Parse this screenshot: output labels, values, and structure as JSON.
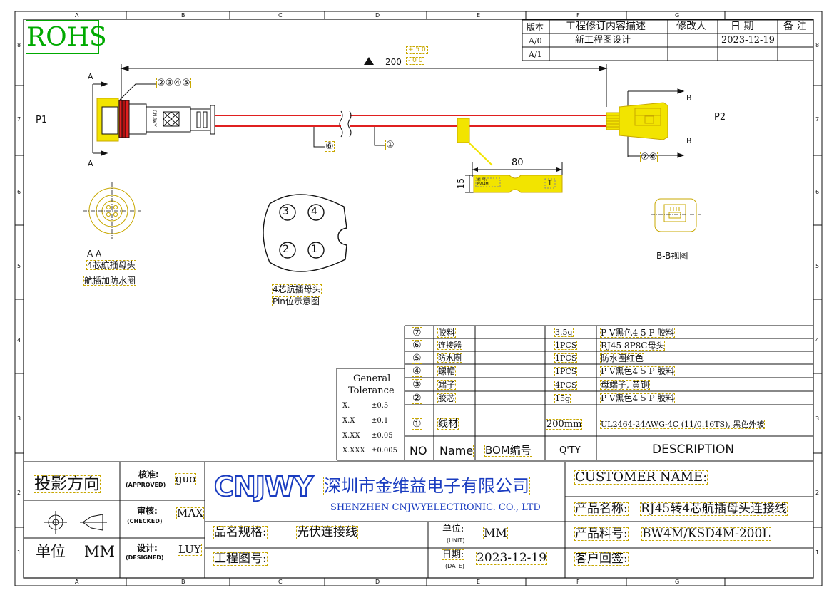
{
  "rohs": "ROHS",
  "colors": {
    "line": "#111111",
    "cable": "#e02020",
    "yellow": "#f2e400",
    "rohs_green": "#00aa00",
    "dim": "#111111"
  },
  "grid": {
    "top": [
      "A",
      "B",
      "C",
      "D",
      "E",
      "F",
      "G"
    ],
    "bottom": [
      "A",
      "B",
      "C",
      "D",
      "E",
      "F",
      "G"
    ],
    "left": [
      "8",
      "7",
      "6",
      "5",
      "4",
      "3",
      "2",
      "1"
    ],
    "right": [
      "8",
      "7",
      "6",
      "5",
      "4",
      "3",
      "2",
      "1"
    ]
  },
  "revision": {
    "headers": [
      "版本",
      "工程修订内容描述",
      "修改人",
      "日 期",
      "备 注"
    ],
    "rows": [
      {
        "ver": "A/0",
        "desc": "新工程图设计",
        "by": "",
        "date": "2023-12-19",
        "note": ""
      },
      {
        "ver": "A/1",
        "desc": "",
        "by": "",
        "date": "",
        "note": ""
      }
    ]
  },
  "drawing": {
    "length": "200",
    "tol_plus": "+ 5 0",
    "tol_minus": "- 0 0",
    "section_a": "A",
    "section_b": "B",
    "p1": "P1",
    "p2": "P2",
    "callout_2345": "②③④⑤",
    "callout_6": "⑥",
    "callout_1": "①",
    "callout_76": "⑦⑥",
    "label_width": "80",
    "label_height": "15",
    "label_text1": "料 号:",
    "label_text2": "BW4M",
    "label_t": "T",
    "view_aa": "A-A",
    "aa_name1": "4芯航插母头",
    "aa_name2": "航插加防水圈",
    "pin_name1": "4芯航插母头",
    "pin_name2": "Pin位示意图",
    "pins": [
      "3",
      "4",
      "2",
      "1"
    ],
    "view_bb": "B-B视图",
    "connector_mark": "CNJWY"
  },
  "tolerance": {
    "title1": "General",
    "title2": "Tolerance",
    "rows": [
      {
        "k": "X.",
        "v": "±0.5"
      },
      {
        "k": "X.X",
        "v": "±0.1"
      },
      {
        "k": "X.XX",
        "v": "±0.05"
      },
      {
        "k": "X.XXX",
        "v": "±0.005"
      }
    ]
  },
  "bom": {
    "headers": {
      "no": "NO",
      "name": "Name",
      "code": "BOM编号",
      "qty": "Q'TY",
      "desc": "DESCRIPTION"
    },
    "rows": [
      {
        "no": "⑦",
        "name": "胶料",
        "qty": "3.5g",
        "desc": "P V黑色4 5 P 胶料"
      },
      {
        "no": "⑥",
        "name": "连接器",
        "qty": "1PCS",
        "desc": "RJ45 8P8C母头"
      },
      {
        "no": "⑤",
        "name": "防水圈",
        "qty": "1PCS",
        "desc": "防水圈红色"
      },
      {
        "no": "④",
        "name": "螺帽",
        "qty": "1PCS",
        "desc": "P V黑色4 5 P 胶料"
      },
      {
        "no": "③",
        "name": "端子",
        "qty": "4PCS",
        "desc": "母端子, 黄铜"
      },
      {
        "no": "②",
        "name": "胶芯",
        "qty": "15g",
        "desc": "P V黑色4 5 P 胶料"
      },
      {
        "no": "①",
        "name": "线材",
        "qty": "200mm",
        "desc": "UL2464-24AWG-4C (11/0.16TS), 黑色外被"
      }
    ]
  },
  "title_block": {
    "projection": "投影方向",
    "unit_label": "单位",
    "unit_value": "MM",
    "approved_cn": "核准:",
    "approved_en": "(APPROVED)",
    "approved_by": "guo",
    "checked_cn": "审核:",
    "checked_en": "(CHECKED)",
    "checked_by": "MAX",
    "designed_cn": "设计:",
    "designed_en": "(DESIGNED)",
    "designed_by": "LUY",
    "logo": "CNJWY",
    "company_cn": "深圳市金维益电子有限公司",
    "company_en": "SHENZHEN CNJWYELECTRONIC. CO., LTD",
    "spec_label": "品名规格:",
    "spec_value": "光伏连接线",
    "unit2_cn": "单位:",
    "unit2_en": "(UNIT)",
    "unit2_value": "MM",
    "drawing_no_label": "工程图号:",
    "date_cn": "日期:",
    "date_en": "(DATE)",
    "date_value": "2023-12-19",
    "customer_label": "CUSTOMER NAME:",
    "product_name_label": "产品名称:",
    "product_name_value": "RJ45转4芯航插母头连接线",
    "part_no_label": "产品料号:",
    "part_no_value": "BW4M/KSD4M-200L",
    "customer_sign": "客户回签:"
  }
}
